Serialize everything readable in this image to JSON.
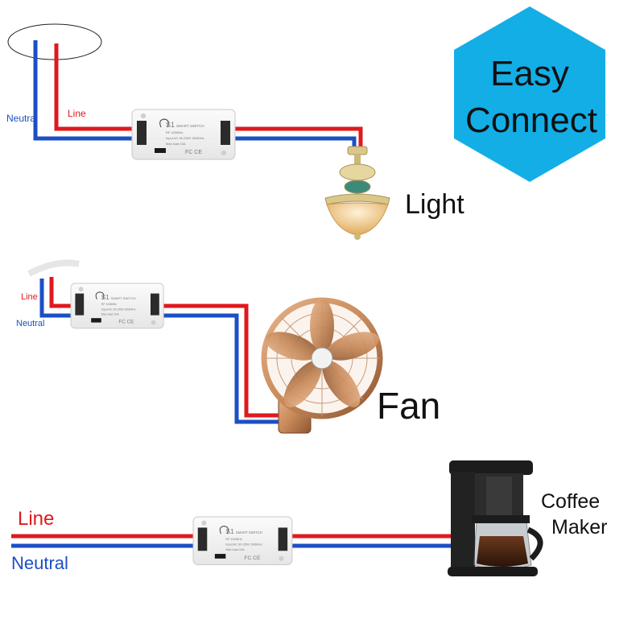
{
  "badge": {
    "line1": "Easy",
    "line2": "Connect",
    "color": "#13aee6"
  },
  "colors": {
    "line_wire": "#e0191e",
    "neutral_wire": "#1c4fc4"
  },
  "switch_text": {
    "brand": "S1",
    "model": "SMART SWITCH",
    "spec1": "RF 433MHz",
    "spec2": "Input AC 90-250V 50/60Hz",
    "spec3": "Max load 10A",
    "cert": "FC CE"
  },
  "diagram1": {
    "neutral_label": "Neutral",
    "line_label": "Line",
    "device_label": "Light",
    "device_icon": "ceiling-light-icon"
  },
  "diagram2": {
    "line_label": "Line",
    "neutral_label": "Neutral",
    "device_label": "Fan",
    "device_icon": "wall-fan-icon"
  },
  "diagram3": {
    "line_label": "Line",
    "neutral_label": "Neutral",
    "device_label_1": "Coffee",
    "device_label_2": "Maker",
    "device_icon": "coffee-maker-icon"
  }
}
